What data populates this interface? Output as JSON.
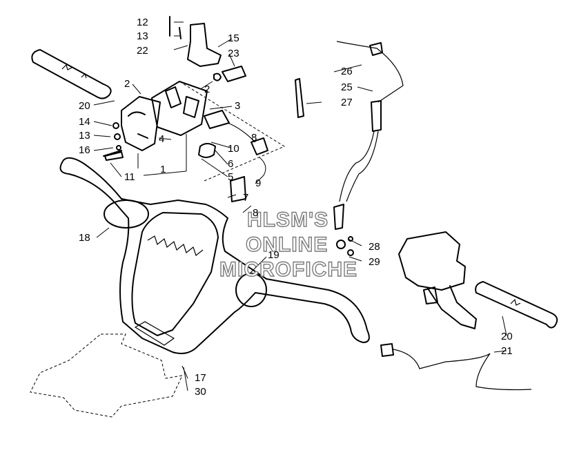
{
  "labels": {
    "l12": "12",
    "l13a": "13",
    "l22": "22",
    "l15": "15",
    "l23": "23",
    "l2a": "2",
    "l2b": "2",
    "l3": "3",
    "l20a": "20",
    "l14": "14",
    "l13b": "13",
    "l16": "16",
    "l4": "4",
    "l1": "1",
    "l11": "11",
    "l10": "10",
    "l8a": "8",
    "l6": "6",
    "l5": "5",
    "l9": "9",
    "l7": "7",
    "l8b": "8",
    "l26": "26",
    "l25": "25",
    "l27": "27",
    "l28": "28",
    "l29": "29",
    "l18": "18",
    "l19": "19",
    "l20b": "20",
    "l21": "21",
    "l17": "17",
    "l30": "30"
  },
  "watermark": {
    "line1": "HLSM'S",
    "line2": "ONLINE",
    "line3": "MICROFICHE"
  }
}
